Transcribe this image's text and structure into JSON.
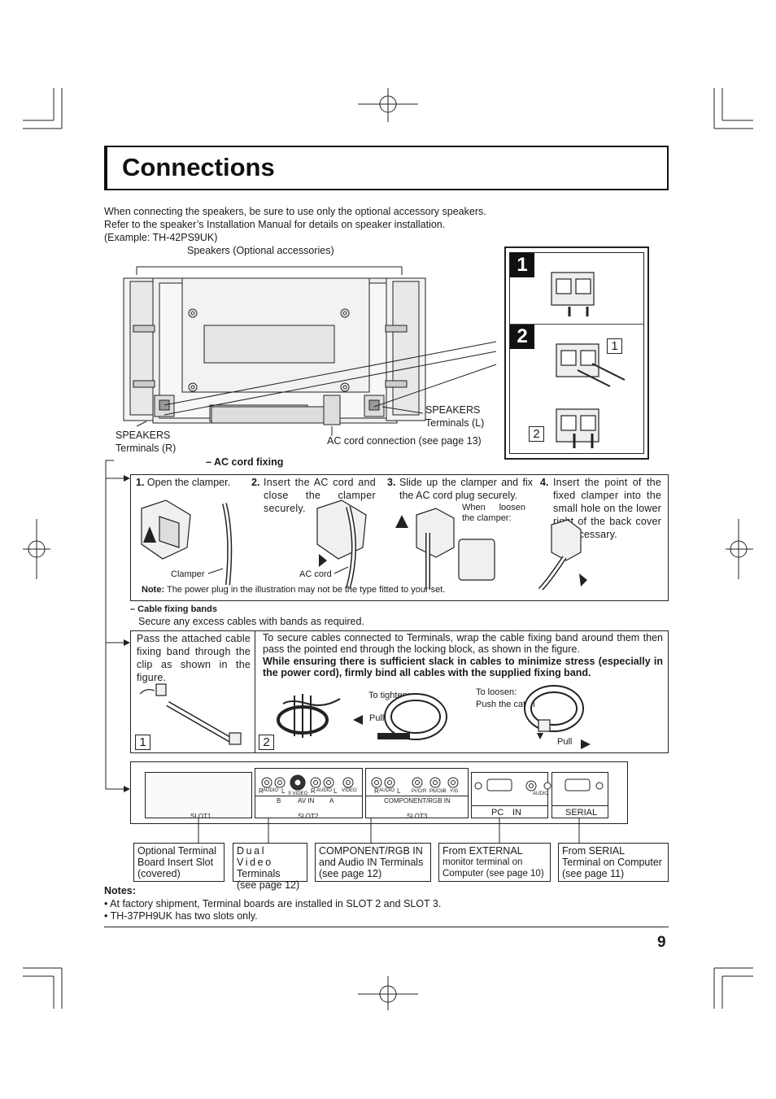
{
  "title": "Connections",
  "intro": {
    "line1": "When connecting the speakers, be sure to use only the optional accessory speakers.",
    "line2": "Refer to the speaker’s Installation Manual for details on speaker installation.",
    "line3": "(Example: TH-42PS9UK)"
  },
  "speakers_label": "Speakers (Optional accessories)",
  "speakers_r": {
    "line1": "SPEAKERS",
    "line2": "Terminals (R)"
  },
  "speakers_l": {
    "line1": "SPEAKERS",
    "line2": "Terminals (L)"
  },
  "ac_cord_connection": "AC cord connection (see page 13)",
  "speaker_steps": {
    "step1": "1",
    "step2": "2",
    "sub1": "1",
    "sub2": "2"
  },
  "ac_cord_fixing": {
    "heading": "– AC cord fixing",
    "step1_num": "1.",
    "step1": "Open the clamper.",
    "step2_num": "2.",
    "step2": "Insert the AC cord and close the clamper securely.",
    "step3_num": "3.",
    "step3": "Slide up the clamper and fix the AC cord plug securely.",
    "step3_note": "When loosen the clamper:",
    "step4_num": "4.",
    "step4": "Insert the point of the fixed clamper into the small hole on the lower right of the back cover as necessary.",
    "clamper_label": "Clamper",
    "ac_cord_label": "AC cord",
    "note_label": "Note:",
    "note_text": "The power plug in the illustration may not be the type fitted to your set."
  },
  "cable_bands": {
    "heading": "– Cable fixing bands",
    "subheading": "Secure any excess cables with bands as required.",
    "left_text": "Pass the attached cable fixing band through the clip as shown in the figure.",
    "right_text": "To secure cables connected to Terminals, wrap the cable fixing band around them then pass the pointed end through the locking block, as shown in the figure.",
    "right_bold": "While ensuring there is sufficient slack in cables to minimize stress (especially in the power cord), firmly bind all cables with the supplied fixing band.",
    "to_tighten": "To tighten:",
    "pull1": "Pull",
    "to_loosen": "To loosen:",
    "push_catch": "Push the catch",
    "pull2": "Pull",
    "num1": "1",
    "num2": "2"
  },
  "terminal_panel": {
    "slot1": "SLOT1",
    "slot2": "SLOT2",
    "slot3": "SLOT3",
    "b": "B",
    "av_in": "AV IN",
    "a": "A",
    "component_rgb_in": "COMPONENT/RGB IN",
    "pc": "PC",
    "in": "IN",
    "serial": "SERIAL",
    "audio": "AUDIO",
    "s_video": "S VIDEO",
    "video": "VIDEO",
    "r": "R",
    "l": "L",
    "pr_cr_r": "Pr/CrR",
    "pb_cb_b": "Pb/CbB",
    "y_g": "Y/G"
  },
  "callouts": [
    {
      "l1": "Optional Terminal",
      "l2": "Board Insert Slot",
      "l3": "(covered)"
    },
    {
      "l1": "Dual Video",
      "l2": "Terminals",
      "l3": "(see page 12)"
    },
    {
      "l1": "COMPONENT/RGB IN",
      "l2": "and Audio IN Terminals",
      "l3": "(see page 12)"
    },
    {
      "l1": "From EXTERNAL",
      "l2": "monitor terminal on",
      "l3": "Computer (see page 10)"
    },
    {
      "l1": "From SERIAL",
      "l2": "Terminal on Computer",
      "l3": "(see page 11)"
    }
  ],
  "notes": {
    "heading": "Notes:",
    "items": [
      "At factory shipment, Terminal boards are installed in SLOT 2 and SLOT 3.",
      "TH-37PH9UK has two slots only."
    ]
  },
  "page_number": "9"
}
